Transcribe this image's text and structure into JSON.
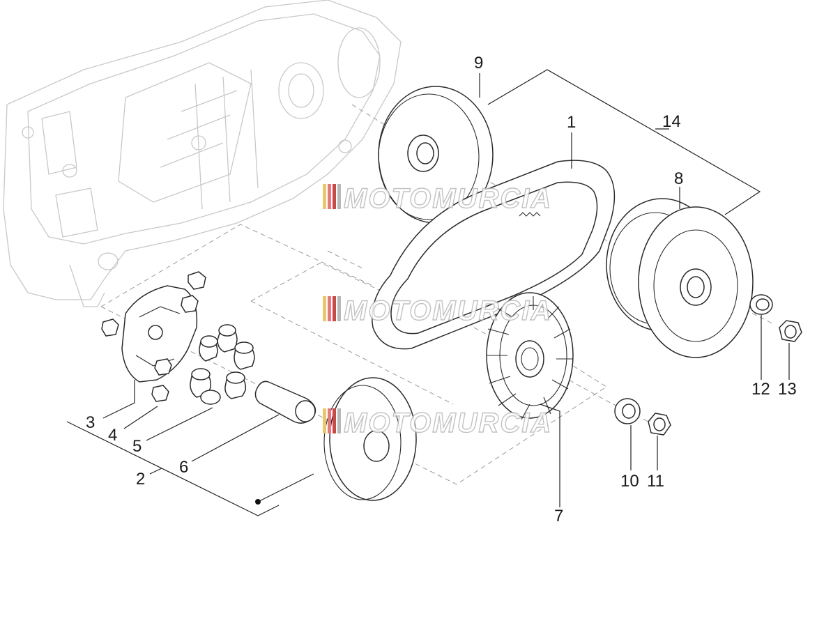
{
  "watermark": {
    "text": "MOTOMURCIA",
    "stripe_colors": [
      "#e8c86a",
      "#e87a7a",
      "#c94a4a",
      "#b8b8b8"
    ]
  },
  "callouts": [
    "1",
    "2",
    "3",
    "4",
    "5",
    "6",
    "7",
    "8",
    "9",
    "10",
    "11",
    "12",
    "13",
    "14"
  ],
  "colors": {
    "line": "#2a2a2a",
    "ghost": "#c8c8c8",
    "dash": "#9a9a9a"
  }
}
